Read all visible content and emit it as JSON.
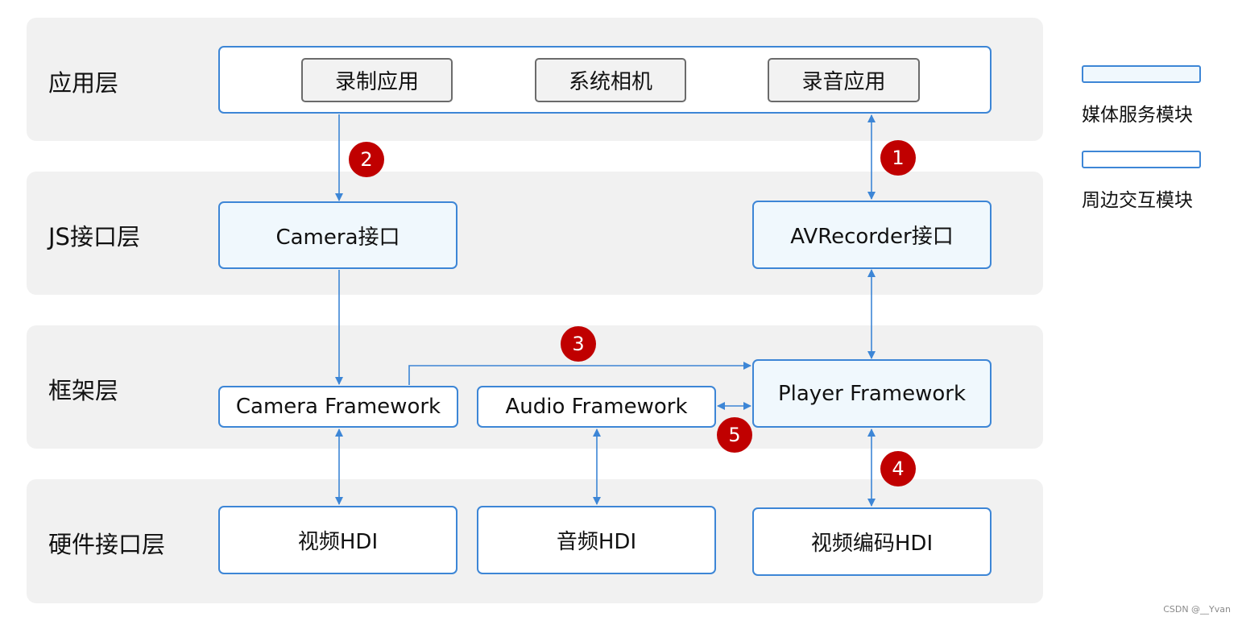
{
  "layers": {
    "app": "应用层",
    "js": "JS接口层",
    "framework": "框架层",
    "hardware": "硬件接口层"
  },
  "apps": [
    "录制应用",
    "系统相机",
    "录音应用"
  ],
  "modules": {
    "camera_api": "Camera接口",
    "avrecorder_api": "AVRecorder接口",
    "camera_framework": "Camera Framework",
    "audio_framework": "Audio Framework",
    "player_framework": "Player Framework",
    "video_hdi": "视频HDI",
    "audio_hdi": "音频HDI",
    "video_codec_hdi": "视频编码HDI"
  },
  "steps": [
    "1",
    "2",
    "3",
    "4",
    "5"
  ],
  "legend": {
    "media_service": "媒体服务模块",
    "peripheral": "周边交互模块"
  },
  "watermark": "CSDN @__Yvan",
  "colors": {
    "layer_bg": "#f1f1f1",
    "border_blue": "#3d86d6",
    "media_fill": "#f0f8fd",
    "badge_red": "#c00000"
  }
}
